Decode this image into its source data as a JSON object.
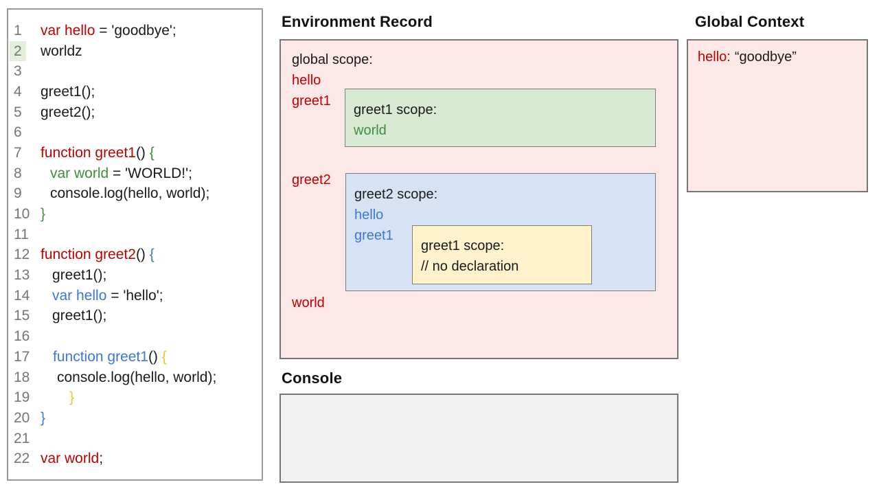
{
  "colors": {
    "red": "#c00000",
    "green": "#3e8e3c",
    "blue": "#3c78d8",
    "yellow": "#f1c232",
    "black": "#1a1a1a",
    "line_number_gray": "#757575",
    "line_highlight_bg": "#e4efdb",
    "pink_bg": "#fce8e6",
    "green_bg": "#d9ead3",
    "blue_bg": "#d7e3f5",
    "yellow_bg": "#fff2cc",
    "console_bg": "#f1f1f1",
    "border_gray": "#757575"
  },
  "code": {
    "lines": [
      {
        "n": "1",
        "tokens": [
          {
            "t": "var hello",
            "c": "red"
          },
          {
            "t": " = 'goodbye';",
            "c": "black"
          }
        ]
      },
      {
        "n": "2",
        "hl": true,
        "tokens": [
          {
            "t": "worldz",
            "c": "black"
          }
        ]
      },
      {
        "n": "3",
        "tokens": []
      },
      {
        "n": "4",
        "tokens": [
          {
            "t": "greet1();",
            "c": "black"
          }
        ]
      },
      {
        "n": "5",
        "tokens": [
          {
            "t": "greet2();",
            "c": "black"
          }
        ]
      },
      {
        "n": "6",
        "tokens": []
      },
      {
        "n": "7",
        "tokens": [
          {
            "t": "function greet1",
            "c": "red"
          },
          {
            "t": "() ",
            "c": "black"
          },
          {
            "t": "{",
            "c": "green"
          }
        ]
      },
      {
        "n": "8",
        "ind": 14,
        "tokens": [
          {
            "t": "var world",
            "c": "green"
          },
          {
            "t": " = 'WORLD!';",
            "c": "black"
          }
        ]
      },
      {
        "n": "9",
        "ind": 14,
        "tokens": [
          {
            "t": "console.log(hello, world);",
            "c": "black"
          }
        ]
      },
      {
        "n": "10",
        "tokens": [
          {
            "t": "}",
            "c": "green"
          }
        ]
      },
      {
        "n": "11",
        "tokens": []
      },
      {
        "n": "12",
        "tokens": [
          {
            "t": "function greet2",
            "c": "red"
          },
          {
            "t": "() ",
            "c": "black"
          },
          {
            "t": "{",
            "c": "blue"
          }
        ]
      },
      {
        "n": "13",
        "ind": 17,
        "tokens": [
          {
            "t": "greet1();",
            "c": "black"
          }
        ]
      },
      {
        "n": "14",
        "ind": 17,
        "tokens": [
          {
            "t": "var hello",
            "c": "blue"
          },
          {
            "t": " = 'hello';",
            "c": "black"
          }
        ]
      },
      {
        "n": "15",
        "ind": 17,
        "tokens": [
          {
            "t": "greet1();",
            "c": "black"
          }
        ]
      },
      {
        "n": "16",
        "tokens": []
      },
      {
        "n": "17",
        "ind": 18,
        "tokens": [
          {
            "t": "function greet1",
            "c": "blue"
          },
          {
            "t": "() ",
            "c": "black"
          },
          {
            "t": "{",
            "c": "yellow"
          }
        ]
      },
      {
        "n": "18",
        "ind": 24,
        "tokens": [
          {
            "t": "console.log(hello, world);",
            "c": "black"
          }
        ]
      },
      {
        "n": "19",
        "ind": 42,
        "tokens": [
          {
            "t": "}",
            "c": "yellow"
          }
        ]
      },
      {
        "n": "20",
        "tokens": [
          {
            "t": "}",
            "c": "blue"
          }
        ]
      },
      {
        "n": "21",
        "tokens": []
      },
      {
        "n": "22",
        "tokens": [
          {
            "t": "var world",
            "c": "red"
          },
          {
            "t": ";",
            "c": "black"
          }
        ]
      }
    ]
  },
  "environment_record": {
    "title": "Environment Record",
    "global_scope_label": "global scope:",
    "global_vars": [
      {
        "name": "hello"
      },
      {
        "name": "greet1"
      },
      {
        "name": "greet2"
      },
      {
        "name": "world"
      }
    ],
    "greet1_scope": {
      "label": "greet1 scope:",
      "var1": "world"
    },
    "greet2_scope": {
      "label": "greet2 scope:",
      "var1": "hello",
      "var2": "greet1"
    },
    "greet1_inner_scope": {
      "label": "greet1 scope:",
      "comment": "// no declaration"
    }
  },
  "global_context": {
    "title": "Global Context",
    "entry_key": "hello:",
    "entry_value": "“goodbye”"
  },
  "console": {
    "title": "Console",
    "content": ""
  }
}
